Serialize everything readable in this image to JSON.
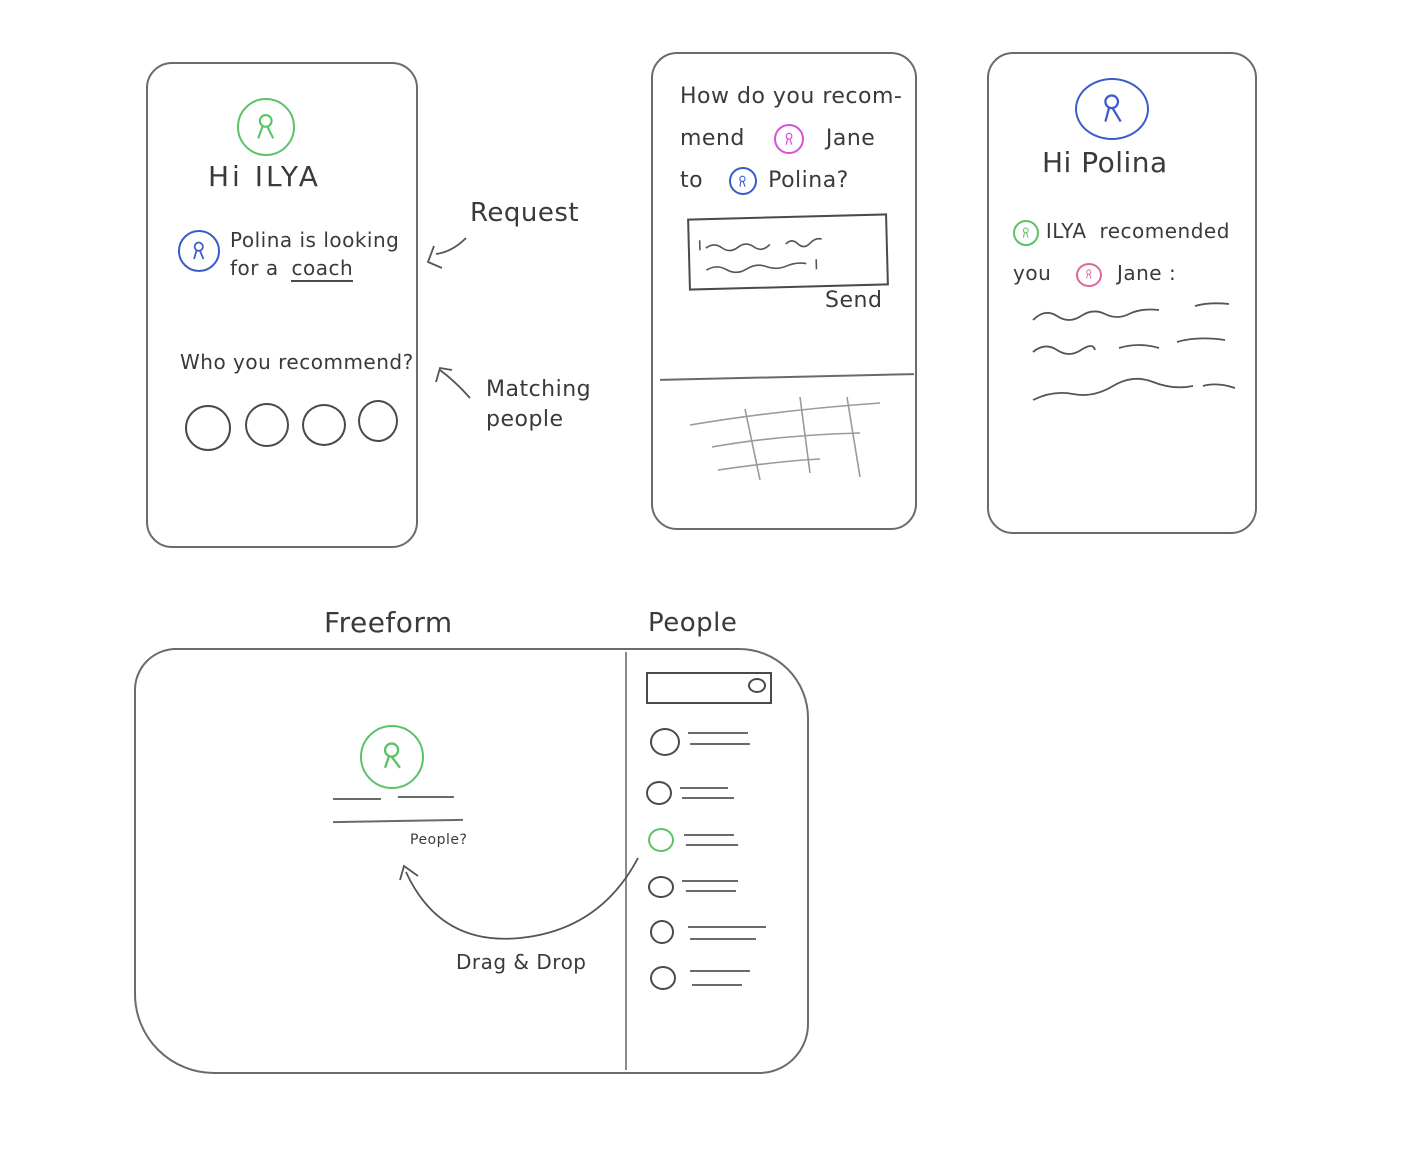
{
  "colors": {
    "pencil": "#4a4a4a",
    "ilya_green": "#5cc266",
    "polina_blue": "#3b5bc9",
    "jane_magenta": "#d94fd6",
    "jane_pink": "#e0669a"
  },
  "screen1": {
    "avatar": "ilya-avatar",
    "greeting": "Hi ILYA",
    "request_avatar": "polina-avatar",
    "request_line1": "Polina is looking",
    "request_line2_prefix": "for a",
    "request_keyword": "coach",
    "question": "Who you recommend?",
    "matching_count": 4
  },
  "annotations": {
    "request": "Request",
    "matching_line1": "Matching",
    "matching_line2": "people"
  },
  "screen2": {
    "question_line1": "How do you recom-",
    "question_line2_a": "mend",
    "question_name1": "Jane",
    "question_line3_a": "to",
    "question_name2": "Polina?",
    "send_label": "Send"
  },
  "screen3": {
    "greeting": "Hi Polina",
    "line1_name": "ILYA",
    "line1_rest": "recomended",
    "line2_a": "you",
    "line2_name": "Jane :"
  },
  "bottom": {
    "freeform_label": "Freeform",
    "people_label": "People",
    "people_caption": "People?",
    "drag_label": "Drag & Drop",
    "people_list": [
      {
        "color": "#4a4a4a"
      },
      {
        "color": "#4a4a4a"
      },
      {
        "color": "#5cc266"
      },
      {
        "color": "#4a4a4a"
      },
      {
        "color": "#4a4a4a"
      },
      {
        "color": "#4a4a4a"
      }
    ]
  }
}
